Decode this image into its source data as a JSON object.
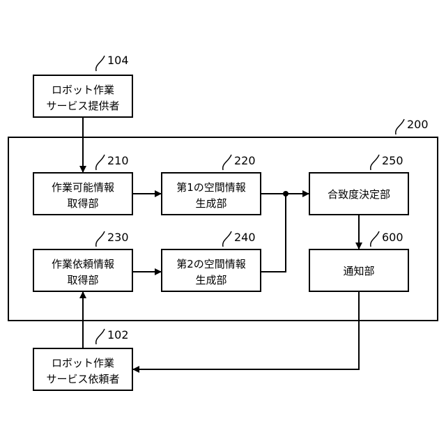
{
  "refs": {
    "r104": "104",
    "r200": "200",
    "r210": "210",
    "r220": "220",
    "r230": "230",
    "r240": "240",
    "r250": "250",
    "r600": "600",
    "r102": "102"
  },
  "boxes": {
    "provider": {
      "line1": "ロボット作業",
      "line2": "サービス提供者"
    },
    "capability": {
      "line1": "作業可能情報",
      "line2": "取得部"
    },
    "space1": {
      "line1": "第1の空間情報",
      "line2": "生成部"
    },
    "request": {
      "line1": "作業依頼情報",
      "line2": "取得部"
    },
    "space2": {
      "line1": "第2の空間情報",
      "line2": "生成部"
    },
    "match": {
      "line1": "合致度決定部"
    },
    "notify": {
      "line1": "通知部"
    },
    "requester": {
      "line1": "ロボット作業",
      "line2": "サービス依頼者"
    }
  }
}
